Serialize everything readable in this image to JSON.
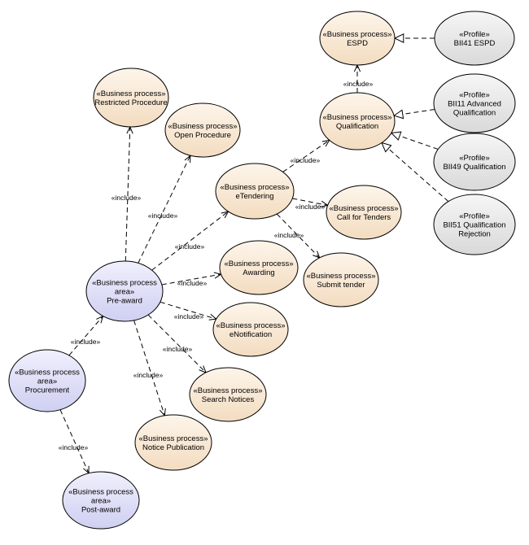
{
  "colors": {
    "business_process": "#f8e6cf",
    "business_process_area": "#dcdcf6",
    "profile": "#e6e6e6",
    "stroke": "#000000"
  },
  "nodes": [
    {
      "id": "restricted",
      "kind": "business_process",
      "stereotype": "«Business process»",
      "lines": [
        "Restricted Procedure"
      ]
    },
    {
      "id": "open",
      "kind": "business_process",
      "stereotype": "«Business process»",
      "lines": [
        "Open Procedure"
      ]
    },
    {
      "id": "etendering",
      "kind": "business_process",
      "stereotype": "«Business process»",
      "lines": [
        "eTendering"
      ]
    },
    {
      "id": "calltenders",
      "kind": "business_process",
      "stereotype": "«Business process»",
      "lines": [
        "Call for Tenders"
      ]
    },
    {
      "id": "submit",
      "kind": "business_process",
      "stereotype": "«Business process»",
      "lines": [
        "Submit tender"
      ]
    },
    {
      "id": "awarding",
      "kind": "business_process",
      "stereotype": "«Business process»",
      "lines": [
        "Awarding"
      ]
    },
    {
      "id": "enotification",
      "kind": "business_process",
      "stereotype": "«Business process»",
      "lines": [
        "eNotification"
      ]
    },
    {
      "id": "search",
      "kind": "business_process",
      "stereotype": "«Business process»",
      "lines": [
        "Search Notices"
      ]
    },
    {
      "id": "noticepub",
      "kind": "business_process",
      "stereotype": "«Business process»",
      "lines": [
        "Notice Publication"
      ]
    },
    {
      "id": "espd",
      "kind": "business_process",
      "stereotype": "«Business process»",
      "lines": [
        "ESPD"
      ]
    },
    {
      "id": "qualification",
      "kind": "business_process",
      "stereotype": "«Business process»",
      "lines": [
        "Qualification"
      ]
    },
    {
      "id": "preaward",
      "kind": "business_process_area",
      "stereotype": "«Business process",
      "lines": [
        "area»",
        "Pre-award"
      ]
    },
    {
      "id": "procurement",
      "kind": "business_process_area",
      "stereotype": "«Business process",
      "lines": [
        "area»",
        "Procurement"
      ]
    },
    {
      "id": "postaward",
      "kind": "business_process_area",
      "stereotype": "«Business process",
      "lines": [
        "area»",
        "Post-award"
      ]
    },
    {
      "id": "bii41",
      "kind": "profile",
      "stereotype": "«Profile»",
      "lines": [
        "BII41 ESPD"
      ]
    },
    {
      "id": "bii11",
      "kind": "profile",
      "stereotype": "«Profile»",
      "lines": [
        "BII11 Advanced",
        "Qualification"
      ]
    },
    {
      "id": "bii49",
      "kind": "profile",
      "stereotype": "«Profile»",
      "lines": [
        "BII49 Qualification"
      ]
    },
    {
      "id": "bii51",
      "kind": "profile",
      "stereotype": "«Profile»",
      "lines": [
        "BII51 Qualification",
        "Rejection"
      ]
    }
  ],
  "edges": [
    {
      "id": "preaward-restricted",
      "from": "preaward",
      "to": "restricted",
      "type": "include",
      "label": "«include»"
    },
    {
      "id": "preaward-open",
      "from": "preaward",
      "to": "open",
      "type": "include",
      "label": "«include»"
    },
    {
      "id": "preaward-etendering",
      "from": "preaward",
      "to": "etendering",
      "type": "include",
      "label": "«include»"
    },
    {
      "id": "preaward-awarding",
      "from": "preaward",
      "to": "awarding",
      "type": "include",
      "label": "«include»"
    },
    {
      "id": "preaward-enotification",
      "from": "preaward",
      "to": "enotification",
      "type": "include",
      "label": "«include»"
    },
    {
      "id": "preaward-search",
      "from": "preaward",
      "to": "search",
      "type": "include",
      "label": "«include»"
    },
    {
      "id": "preaward-noticepub",
      "from": "preaward",
      "to": "noticepub",
      "type": "include",
      "label": "«include»"
    },
    {
      "id": "procurement-preaward",
      "from": "procurement",
      "to": "preaward",
      "type": "include",
      "label": "«include»"
    },
    {
      "id": "procurement-postaward",
      "from": "procurement",
      "to": "postaward",
      "type": "include",
      "label": "«include»"
    },
    {
      "id": "etendering-qualification",
      "from": "etendering",
      "to": "qualification",
      "type": "include",
      "label": "«include»"
    },
    {
      "id": "etendering-calltenders",
      "from": "etendering",
      "to": "calltenders",
      "type": "include",
      "label": "«include»"
    },
    {
      "id": "etendering-submit",
      "from": "etendering",
      "to": "submit",
      "type": "include",
      "label": "«include»"
    },
    {
      "id": "qualification-espd",
      "from": "qualification",
      "to": "espd",
      "type": "include",
      "label": "«include»"
    },
    {
      "id": "bii41-espd",
      "from": "bii41",
      "to": "espd",
      "type": "realize",
      "label": ""
    },
    {
      "id": "bii11-qualification",
      "from": "bii11",
      "to": "qualification",
      "type": "realize",
      "label": ""
    },
    {
      "id": "bii49-qualification",
      "from": "bii49",
      "to": "qualification",
      "type": "realize",
      "label": ""
    },
    {
      "id": "bii51-qualification",
      "from": "bii51",
      "to": "qualification",
      "type": "realize",
      "label": ""
    }
  ]
}
